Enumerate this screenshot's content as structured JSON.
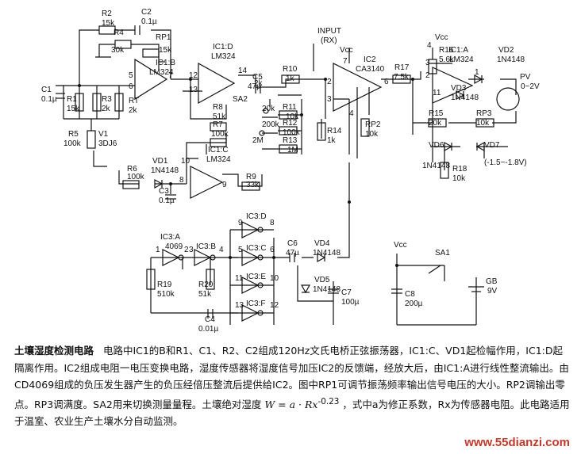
{
  "labels": [
    {
      "id": "R2",
      "t": "R2"
    },
    {
      "id": "R2v",
      "t": "15k"
    },
    {
      "id": "C2",
      "t": "C2"
    },
    {
      "id": "C2v",
      "t": "0.1µ"
    },
    {
      "id": "R4",
      "t": "R4"
    },
    {
      "id": "R4v",
      "t": "30k"
    },
    {
      "id": "RP1",
      "t": "RP1"
    },
    {
      "id": "RP1v",
      "t": "15k"
    },
    {
      "id": "IC1B",
      "t": "IC1:B"
    },
    {
      "id": "IC1Bt",
      "t": "LM324"
    },
    {
      "id": "IC1D",
      "t": "IC1:D"
    },
    {
      "id": "IC1Dt",
      "t": "LM324"
    },
    {
      "id": "C1",
      "t": "C1"
    },
    {
      "id": "C1v",
      "t": "0.1µ"
    },
    {
      "id": "R1",
      "t": "R1"
    },
    {
      "id": "R1v",
      "t": "15k"
    },
    {
      "id": "R3",
      "t": "R3"
    },
    {
      "id": "R3v",
      "t": "2k"
    },
    {
      "id": "RT",
      "t": "RT"
    },
    {
      "id": "RTv",
      "t": "2k"
    },
    {
      "id": "R5",
      "t": "R5"
    },
    {
      "id": "R5v",
      "t": "100k"
    },
    {
      "id": "V1",
      "t": "V1"
    },
    {
      "id": "V1t",
      "t": "3DJ6"
    },
    {
      "id": "R8",
      "t": "R8"
    },
    {
      "id": "R8v",
      "t": "51k"
    },
    {
      "id": "R7",
      "t": "R7"
    },
    {
      "id": "R7v",
      "t": "100k"
    },
    {
      "id": "IC1C",
      "t": "IC1:C"
    },
    {
      "id": "IC1Ct",
      "t": "LM324"
    },
    {
      "id": "R6",
      "t": "R6"
    },
    {
      "id": "R6v",
      "t": "100k"
    },
    {
      "id": "VD1",
      "t": "VD1"
    },
    {
      "id": "VD1t",
      "t": "1N4148"
    },
    {
      "id": "C3",
      "t": "C3"
    },
    {
      "id": "C3v",
      "t": "0.1µ"
    },
    {
      "id": "R9",
      "t": "R9"
    },
    {
      "id": "R9v",
      "t": "33k"
    },
    {
      "id": "C5",
      "t": "C5"
    },
    {
      "id": "C5v",
      "t": "47µ"
    },
    {
      "id": "SA2",
      "t": "SA2"
    },
    {
      "id": "R10",
      "t": "R10"
    },
    {
      "id": "R10v",
      "t": "1k"
    },
    {
      "id": "R11",
      "t": "R11"
    },
    {
      "id": "R11v",
      "t": "10k"
    },
    {
      "id": "R12",
      "t": "R12"
    },
    {
      "id": "R12v",
      "t": "100k"
    },
    {
      "id": "R13",
      "t": "R13"
    },
    {
      "id": "R13v",
      "t": "1M"
    },
    {
      "id": "s2k",
      "t": "2k"
    },
    {
      "id": "s20k",
      "t": "20k"
    },
    {
      "id": "s200k",
      "t": "200k"
    },
    {
      "id": "s2M",
      "t": "2M"
    },
    {
      "id": "INPUT",
      "t": "INPUT"
    },
    {
      "id": "RX",
      "t": "(RX)"
    },
    {
      "id": "VCC1",
      "t": "Vcc"
    },
    {
      "id": "IC2",
      "t": "IC2"
    },
    {
      "id": "IC2t",
      "t": "CA3140"
    },
    {
      "id": "R14",
      "t": "R14"
    },
    {
      "id": "R14v",
      "t": "1k"
    },
    {
      "id": "RP2",
      "t": "RP2"
    },
    {
      "id": "RP2v",
      "t": "10k"
    },
    {
      "id": "R17",
      "t": "R17"
    },
    {
      "id": "R17v",
      "t": "7.5k"
    },
    {
      "id": "R16",
      "t": "R16"
    },
    {
      "id": "R16v",
      "t": "5.6k"
    },
    {
      "id": "VCC2",
      "t": "Vcc"
    },
    {
      "id": "IC1A",
      "t": "IC1:A"
    },
    {
      "id": "IC1At",
      "t": "LM324"
    },
    {
      "id": "VD2",
      "t": "VD2"
    },
    {
      "id": "VD2t",
      "t": "1N4148"
    },
    {
      "id": "PV",
      "t": "PV"
    },
    {
      "id": "PVv",
      "t": "0~2V"
    },
    {
      "id": "VD3",
      "t": "VD3"
    },
    {
      "id": "VD3t",
      "t": "1N4148"
    },
    {
      "id": "R15",
      "t": "R15"
    },
    {
      "id": "R15v",
      "t": "20k"
    },
    {
      "id": "RP3",
      "t": "RP3"
    },
    {
      "id": "RP3v",
      "t": "10k"
    },
    {
      "id": "VD6",
      "t": "VD6"
    },
    {
      "id": "VD7",
      "t": "VD7"
    },
    {
      "id": "VD67",
      "t": "1N4148"
    },
    {
      "id": "R18",
      "t": "R18"
    },
    {
      "id": "R18v",
      "t": "10k"
    },
    {
      "id": "Vr",
      "t": "(-1.5~-1.8V)"
    },
    {
      "id": "IC3D",
      "t": "IC3:D"
    },
    {
      "id": "IC3A",
      "t": "IC3:A"
    },
    {
      "id": "IC3At",
      "t": "4069"
    },
    {
      "id": "IC3B",
      "t": "IC3:B"
    },
    {
      "id": "IC3C",
      "t": "IC3:C"
    },
    {
      "id": "IC3E",
      "t": "IC3:E"
    },
    {
      "id": "IC3F",
      "t": "IC3:F"
    },
    {
      "id": "C6",
      "t": "C6"
    },
    {
      "id": "C6v",
      "t": "47µ"
    },
    {
      "id": "VD4",
      "t": "VD4"
    },
    {
      "id": "VD4t",
      "t": "1N4148"
    },
    {
      "id": "VD5",
      "t": "VD5"
    },
    {
      "id": "VD5t",
      "t": "1N4148"
    },
    {
      "id": "C7",
      "t": "C7"
    },
    {
      "id": "C7v",
      "t": "100µ"
    },
    {
      "id": "R19",
      "t": "R19"
    },
    {
      "id": "R19v",
      "t": "510k"
    },
    {
      "id": "R20",
      "t": "R20"
    },
    {
      "id": "R20v",
      "t": "51k"
    },
    {
      "id": "C4",
      "t": "C4"
    },
    {
      "id": "C4v",
      "t": "0.01µ"
    },
    {
      "id": "VCC3",
      "t": "Vcc"
    },
    {
      "id": "SA1",
      "t": "SA1"
    },
    {
      "id": "C8",
      "t": "C8"
    },
    {
      "id": "C8v",
      "t": "200µ"
    },
    {
      "id": "GB",
      "t": "GB"
    },
    {
      "id": "GBv",
      "t": "9V"
    },
    {
      "id": "p5a",
      "t": "5"
    },
    {
      "id": "p6a",
      "t": "6"
    },
    {
      "id": "p7a",
      "t": "7"
    },
    {
      "id": "p12",
      "t": "12"
    },
    {
      "id": "p13",
      "t": "13"
    },
    {
      "id": "p14",
      "t": "14"
    },
    {
      "id": "p10",
      "t": "10"
    },
    {
      "id": "p8",
      "t": "8"
    },
    {
      "id": "p9",
      "t": "9"
    },
    {
      "id": "p2a",
      "t": "2"
    },
    {
      "id": "p3a",
      "t": "3"
    },
    {
      "id": "p6b",
      "t": "6"
    },
    {
      "id": "p2b",
      "t": "2"
    },
    {
      "id": "p3b",
      "t": "3"
    },
    {
      "id": "p1a",
      "t": "1"
    },
    {
      "id": "p11",
      "t": "11"
    },
    {
      "id": "p4a",
      "t": "4"
    },
    {
      "id": "p7b",
      "t": "7"
    },
    {
      "id": "p4b",
      "t": "4"
    },
    {
      "id": "q1",
      "t": "1"
    },
    {
      "id": "q2",
      "t": "2"
    },
    {
      "id": "q3",
      "t": "3"
    },
    {
      "id": "q4",
      "t": "4"
    },
    {
      "id": "q9",
      "t": "9"
    },
    {
      "id": "q8",
      "t": "8"
    },
    {
      "id": "q5",
      "t": "5"
    },
    {
      "id": "q6",
      "t": "6"
    },
    {
      "id": "q11",
      "t": "11"
    },
    {
      "id": "q10",
      "t": "10"
    },
    {
      "id": "q13",
      "t": "13"
    },
    {
      "id": "q12",
      "t": "12"
    }
  ],
  "caption": {
    "title": "土壤湿度检测电路",
    "p1": "电路中IC1的B和R1、C1、R2、C2组成120Hz文氏电桥正弦振荡器，IC1:C、VD1起检幅作用，IC1:D起隔离作用。IC2组成电阻一电压变换电路，湿度传感器将湿度信号加压IC2的反馈端，经放大后，由IC1:A进行线性整流输出。由CD4069组成的负压发生器产生的负压经倍压整流后提供给IC2。图中RP1可调节振荡频率输出信号电压的大小。RP2调输出零点。RP3调满度。SA2用来切换测量量程。土壤绝对湿度",
    "formula": "W = a · Rx",
    "exponent": "-0.23",
    "p2": "，式中a为修正系数，Rx为传感器电阻。此电路适用于温室、农业生产土壤水分自动监测。"
  },
  "watermark": "www.55dianzi.com"
}
